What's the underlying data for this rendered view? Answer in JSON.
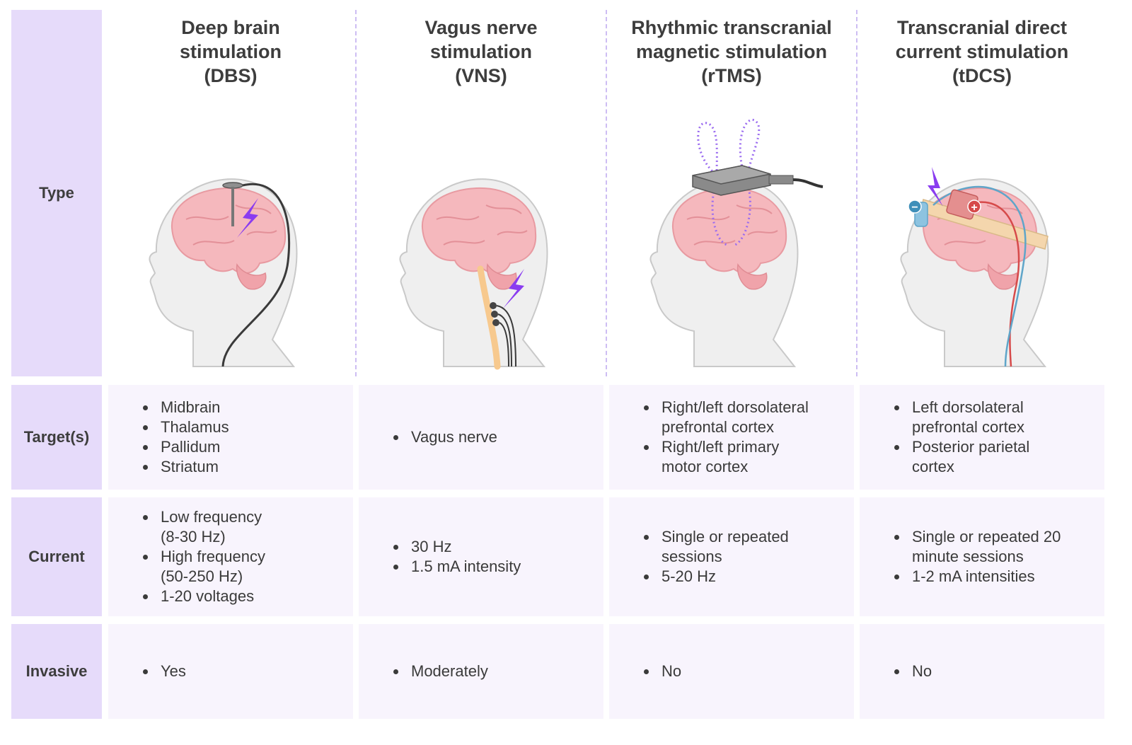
{
  "row_labels": {
    "type": "Type",
    "targets": "Target(s)",
    "current": "Current",
    "invasive": "Invasive"
  },
  "columns": [
    {
      "title_lines": [
        "Deep brain",
        "stimulation",
        "(DBS)"
      ],
      "targets": [
        "Midbrain",
        "Thalamus",
        "Pallidum",
        "Striatum"
      ],
      "current": [
        "Low frequency",
        "(8-30 Hz)",
        "High frequency",
        "(50-250 Hz)",
        "1-20 voltages"
      ],
      "invasive": [
        "Yes"
      ]
    },
    {
      "title_lines": [
        "Vagus nerve",
        "stimulation",
        "(VNS)"
      ],
      "targets": [
        "Vagus nerve"
      ],
      "current": [
        "30 Hz",
        "1.5 mA intensity"
      ],
      "invasive": [
        "Moderately"
      ]
    },
    {
      "title_lines": [
        "Rhythmic transcranial",
        "magnetic stimulation",
        "(rTMS)"
      ],
      "targets": [
        "Right/left dorsolateral",
        "prefrontal cortex",
        "Right/left primary",
        "motor cortex"
      ],
      "current": [
        "Single or repeated",
        "sessions",
        "5-20 Hz"
      ],
      "invasive": [
        "No"
      ]
    },
    {
      "title_lines": [
        "Transcranial direct",
        "current stimulation",
        "(tDCS)"
      ],
      "targets": [
        "Left dorsolateral",
        "prefrontal cortex",
        "Posterior parietal",
        "cortex"
      ],
      "current": [
        "Single or repeated 20",
        "minute sessions",
        "1-2 mA intensities"
      ],
      "invasive": [
        "No"
      ]
    }
  ],
  "colors": {
    "row_label_bg": "#e6dbfa",
    "cell_bg": "#f8f4fd",
    "divider": "#cdbdf3",
    "brain": "#f5b8bd",
    "head": "#efefef",
    "bolt": "#8a3cf0",
    "vagus": "#f7c98e",
    "tdcs_band": "#f4d6ad",
    "tdcs_red_wire": "#d64a4a",
    "tdcs_blue_wire": "#5fa5c9"
  },
  "icons": [
    "lightning-bolt-icon",
    "electrode-plus-icon",
    "electrode-minus-icon"
  ],
  "symbols": {
    "plus": "+",
    "minus": "−"
  }
}
